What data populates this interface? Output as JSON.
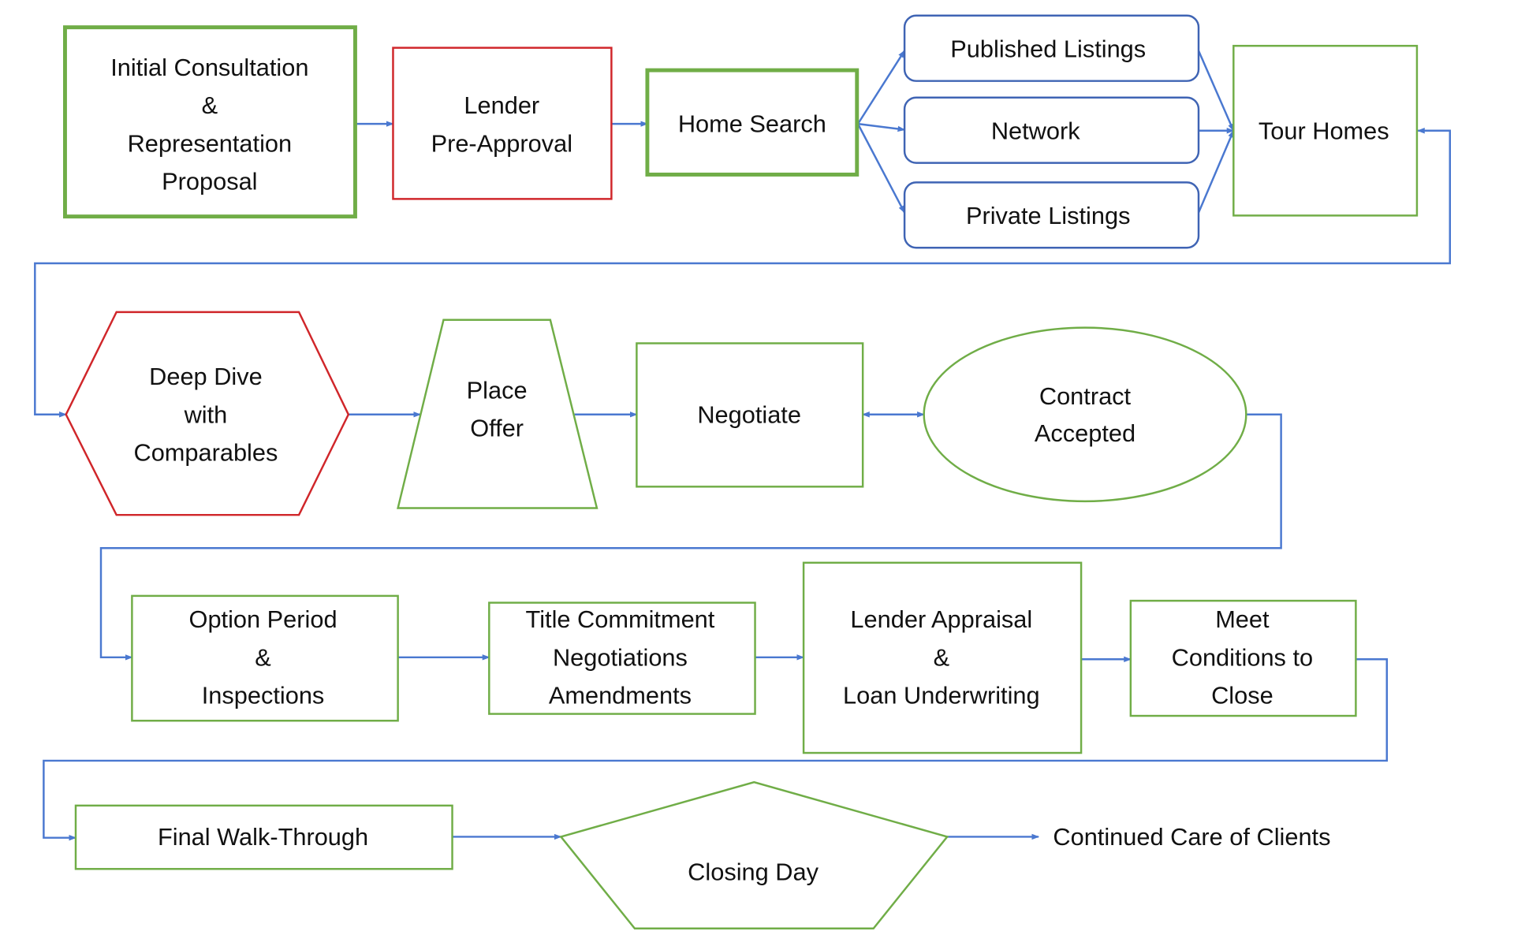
{
  "colors": {
    "green": "#70ad47",
    "red": "#d0262a",
    "blue": "#3f64b4",
    "connector": "#4a78d0"
  },
  "nodes": {
    "consultation": {
      "lines": [
        "Initial Consultation",
        "&",
        "Representation",
        "Proposal"
      ]
    },
    "preapproval": {
      "lines": [
        "Lender",
        "Pre-Approval"
      ]
    },
    "home_search": {
      "lines": [
        "Home Search"
      ]
    },
    "published": {
      "lines": [
        "Published Listings"
      ]
    },
    "network": {
      "lines": [
        "Network"
      ]
    },
    "private": {
      "lines": [
        "Private Listings"
      ]
    },
    "tour": {
      "lines": [
        "Tour Homes"
      ]
    },
    "deep_dive": {
      "lines": [
        "Deep Dive",
        "with",
        "Comparables"
      ]
    },
    "offer": {
      "lines": [
        "Place",
        "Offer"
      ]
    },
    "negotiate": {
      "lines": [
        "Negotiate"
      ]
    },
    "accepted": {
      "lines": [
        "Contract",
        "Accepted"
      ]
    },
    "option": {
      "lines": [
        "Option Period",
        "&",
        "Inspections"
      ]
    },
    "title": {
      "lines": [
        "Title Commitment",
        "Negotiations",
        "Amendments"
      ]
    },
    "appraisal": {
      "lines": [
        "Lender Appraisal",
        "&",
        "Loan Underwriting"
      ]
    },
    "conditions": {
      "lines": [
        "Meet",
        "Conditions to",
        "Close"
      ]
    },
    "walkthrough": {
      "lines": [
        "Final Walk-Through"
      ]
    },
    "closing": {
      "lines": [
        "Closing Day"
      ]
    },
    "continued": {
      "lines": [
        "Continued Care of Clients"
      ]
    }
  }
}
